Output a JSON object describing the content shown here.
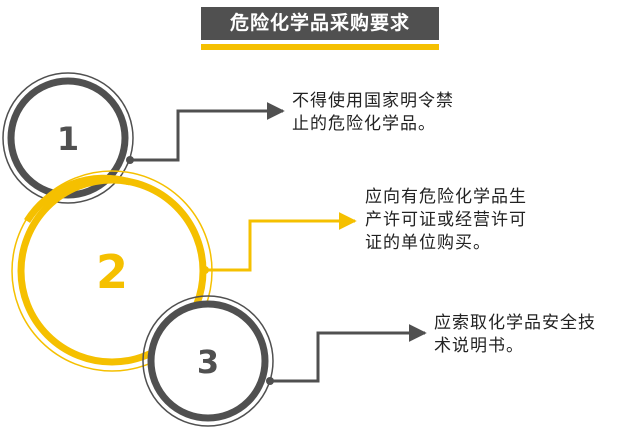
{
  "title": "危险化学品采购要求",
  "colors": {
    "dark": "#505050",
    "accent": "#f5c000",
    "text": "#222222"
  },
  "steps": [
    {
      "number": "1",
      "lines": [
        "不得使用国家明令禁",
        "止的危险化学品。"
      ]
    },
    {
      "number": "2",
      "lines": [
        "应向有危险化学品生",
        "产许可证或经营许可",
        "证的单位购买。"
      ]
    },
    {
      "number": "3",
      "lines": [
        "应索取化学品安全技",
        "术说明书。"
      ]
    }
  ]
}
